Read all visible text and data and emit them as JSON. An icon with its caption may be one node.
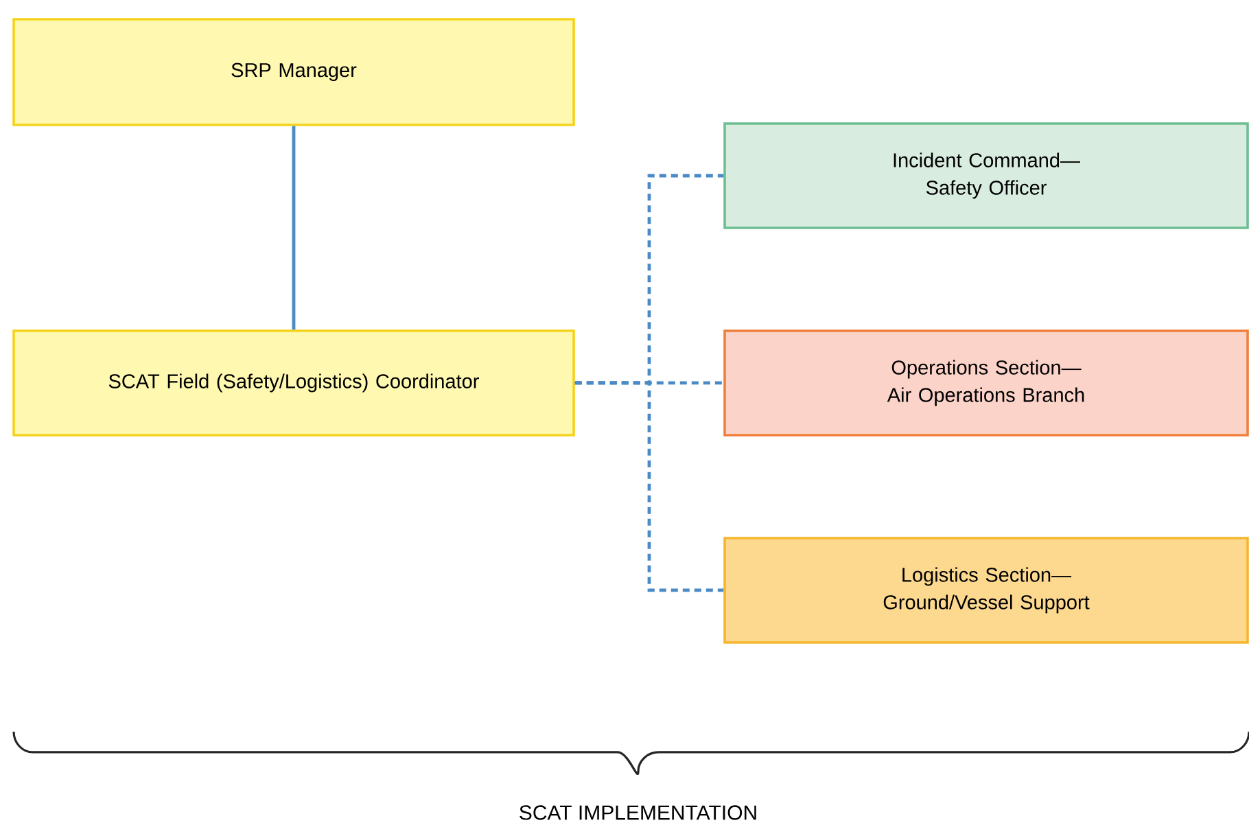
{
  "diagram": {
    "nodes": [
      {
        "text": [
          "SRP Manager"
        ]
      },
      {
        "text": [
          "SCAT Field (Safety/Logistics) Coordinator"
        ]
      },
      {
        "text": [
          "Incident Command— Safety Officer"
        ]
      },
      {
        "text": [
          "Operations Section— Air Operations Branch"
        ]
      },
      {
        "text": [
          "Logistics Section— Ground/Vessel Support"
        ]
      }
    ],
    "edges": [
      {
        "from": 0,
        "to": 1,
        "arrow": "none"
      },
      {
        "from": 1,
        "to": 2,
        "arrow": "none",
        "style": "dashed"
      },
      {
        "from": 1,
        "to": 3,
        "arrow": "none",
        "style": "dashed"
      },
      {
        "from": 1,
        "to": 4,
        "arrow": "none",
        "style": "dashed"
      }
    ],
    "labels": [
      "SCAT IMPLEMENTATION"
    ]
  }
}
